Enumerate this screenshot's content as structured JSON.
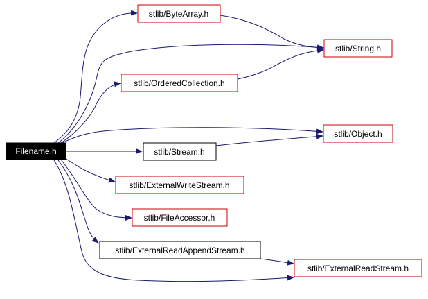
{
  "colors": {
    "edge": "#191970",
    "external_border": "#cc0000",
    "internal_border": "#000000",
    "root_fill": "#000000",
    "root_text": "#ffffff",
    "node_fill": "#ffffff",
    "node_text": "#000000"
  },
  "nodes": {
    "root": "Filename.h",
    "bytearray": "stlib/ByteArray.h",
    "string": "stlib/String.h",
    "orderedcollection": "stlib/OrderedCollection.h",
    "object": "stlib/Object.h",
    "stream": "stlib/Stream.h",
    "externalwritestream": "stlib/ExternalWriteStream.h",
    "fileaccessor": "stlib/FileAccessor.h",
    "externalreadappendstream": "stlib/ExternalReadAppendStream.h",
    "externalreadstream": "stlib/ExternalReadStream.h"
  }
}
